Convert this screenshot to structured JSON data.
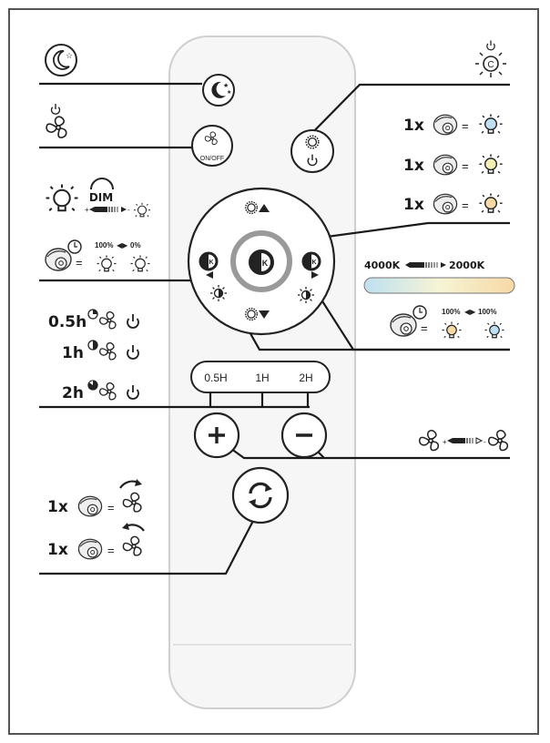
{
  "remote": {
    "timer_buttons": [
      "0.5H",
      "1H",
      "2H"
    ],
    "fan_button_label": "ON/OFF",
    "center_k": "K",
    "side_k": "K"
  },
  "legend": {
    "dim_label": "DIM",
    "multiplier": "1x",
    "pct_left": "100%",
    "pct_right": "0%",
    "pct_right_cct": "100%",
    "cct_cool": "4000K",
    "cct_warm": "2000K",
    "timer_labels": [
      "0.5h",
      "1h",
      "2h"
    ],
    "equals": "="
  },
  "colors": {
    "cool_bulb": "#bfe0f2",
    "neutral_bulb": "#f4efb5",
    "warm_bulb": "#f7d9a6",
    "ring": "#999999",
    "line": "#1a1a1a"
  }
}
